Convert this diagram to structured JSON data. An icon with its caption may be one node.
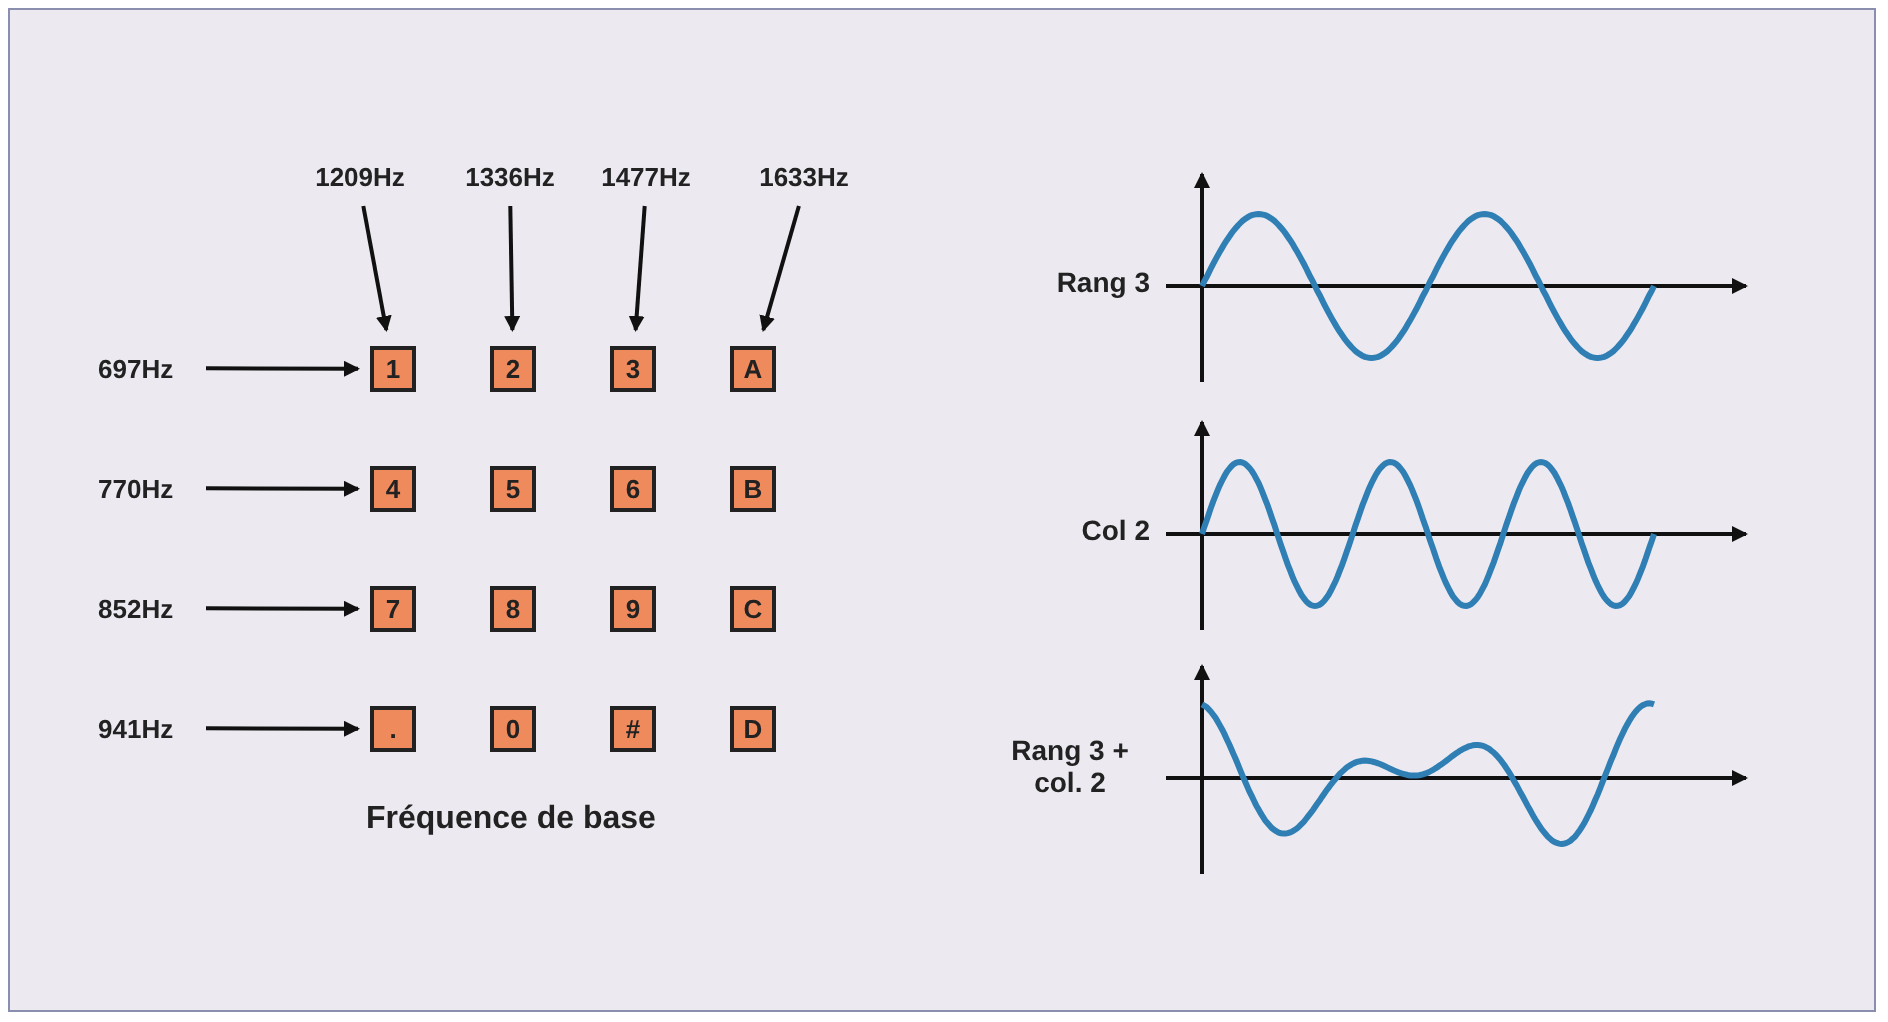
{
  "diagram": {
    "nodes": [
      {
        "text": [
          "1209Hz"
        ]
      },
      {
        "text": [
          "1336Hz"
        ]
      },
      {
        "text": [
          "1477Hz"
        ]
      },
      {
        "text": [
          "1633Hz"
        ]
      },
      {
        "text": [
          "697Hz"
        ]
      },
      {
        "text": [
          "1"
        ]
      },
      {
        "text": [
          "2"
        ]
      },
      {
        "text": [
          "3"
        ]
      },
      {
        "text": [
          "A"
        ]
      },
      {
        "text": [
          "770Hz"
        ]
      },
      {
        "text": [
          "4"
        ]
      },
      {
        "text": [
          "5"
        ]
      },
      {
        "text": [
          "6"
        ]
      },
      {
        "text": [
          "B"
        ]
      },
      {
        "text": [
          "852Hz"
        ]
      },
      {
        "text": [
          "7"
        ]
      },
      {
        "text": [
          "8"
        ]
      },
      {
        "text": [
          "9"
        ]
      },
      {
        "text": [
          "C"
        ]
      },
      {
        "text": [
          "941Hz"
        ]
      },
      {
        "text": [
          "."
        ]
      },
      {
        "text": [
          "0"
        ]
      },
      {
        "text": [
          "#"
        ]
      },
      {
        "text": [
          "D"
        ]
      }
    ],
    "edges": [
      {
        "from": 0,
        "to": 5,
        "arrow": "to"
      },
      {
        "from": 1,
        "to": 6,
        "arrow": "to"
      },
      {
        "from": 2,
        "to": 7,
        "arrow": "to"
      },
      {
        "from": 3,
        "to": 8,
        "arrow": "to"
      },
      {
        "from": 4,
        "to": 5,
        "arrow": "to"
      },
      {
        "from": 9,
        "to": 10,
        "arrow": "to"
      },
      {
        "from": 14,
        "to": 15,
        "arrow": "to"
      },
      {
        "from": 19,
        "to": 20,
        "arrow": "to"
      }
    ],
    "labels": [
      "Rang 3",
      "Col 2",
      "Fréquence de base",
      "Rang 3 + col. 2"
    ]
  }
}
